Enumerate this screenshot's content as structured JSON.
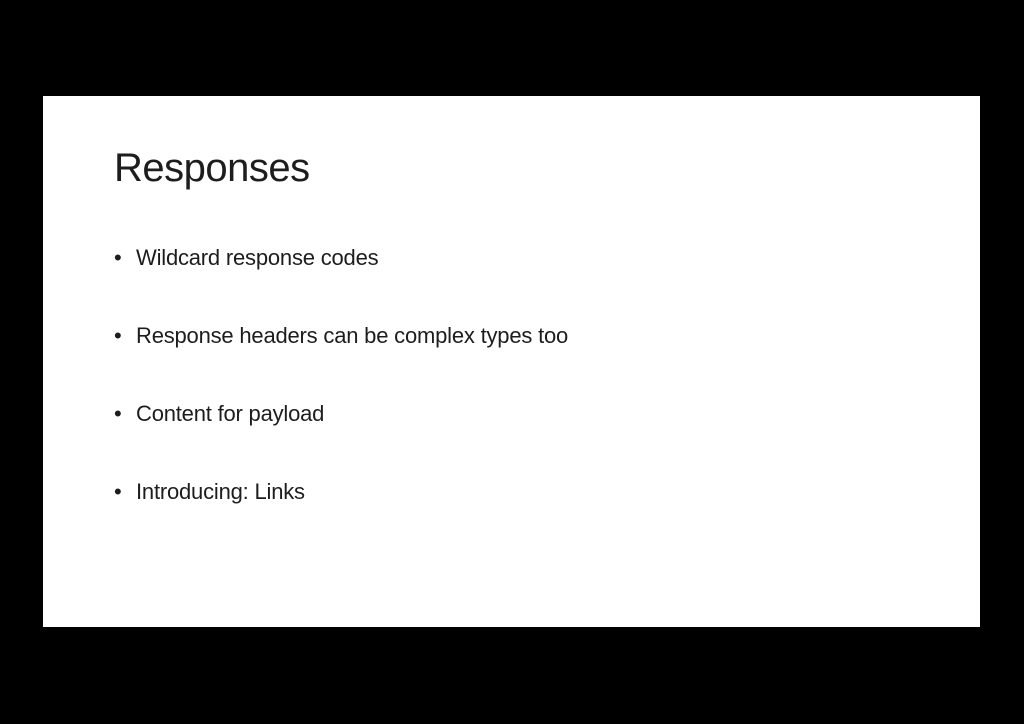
{
  "slide": {
    "title": "Responses",
    "bullet_glyph": "•",
    "bullets": [
      "Wildcard response codes",
      "Response headers can be complex types too",
      "Content for payload",
      "Introducing: Links"
    ],
    "colors": {
      "canvas_background": "#000000",
      "slide_background": "#ffffff",
      "text": "#1d1d1d"
    }
  }
}
